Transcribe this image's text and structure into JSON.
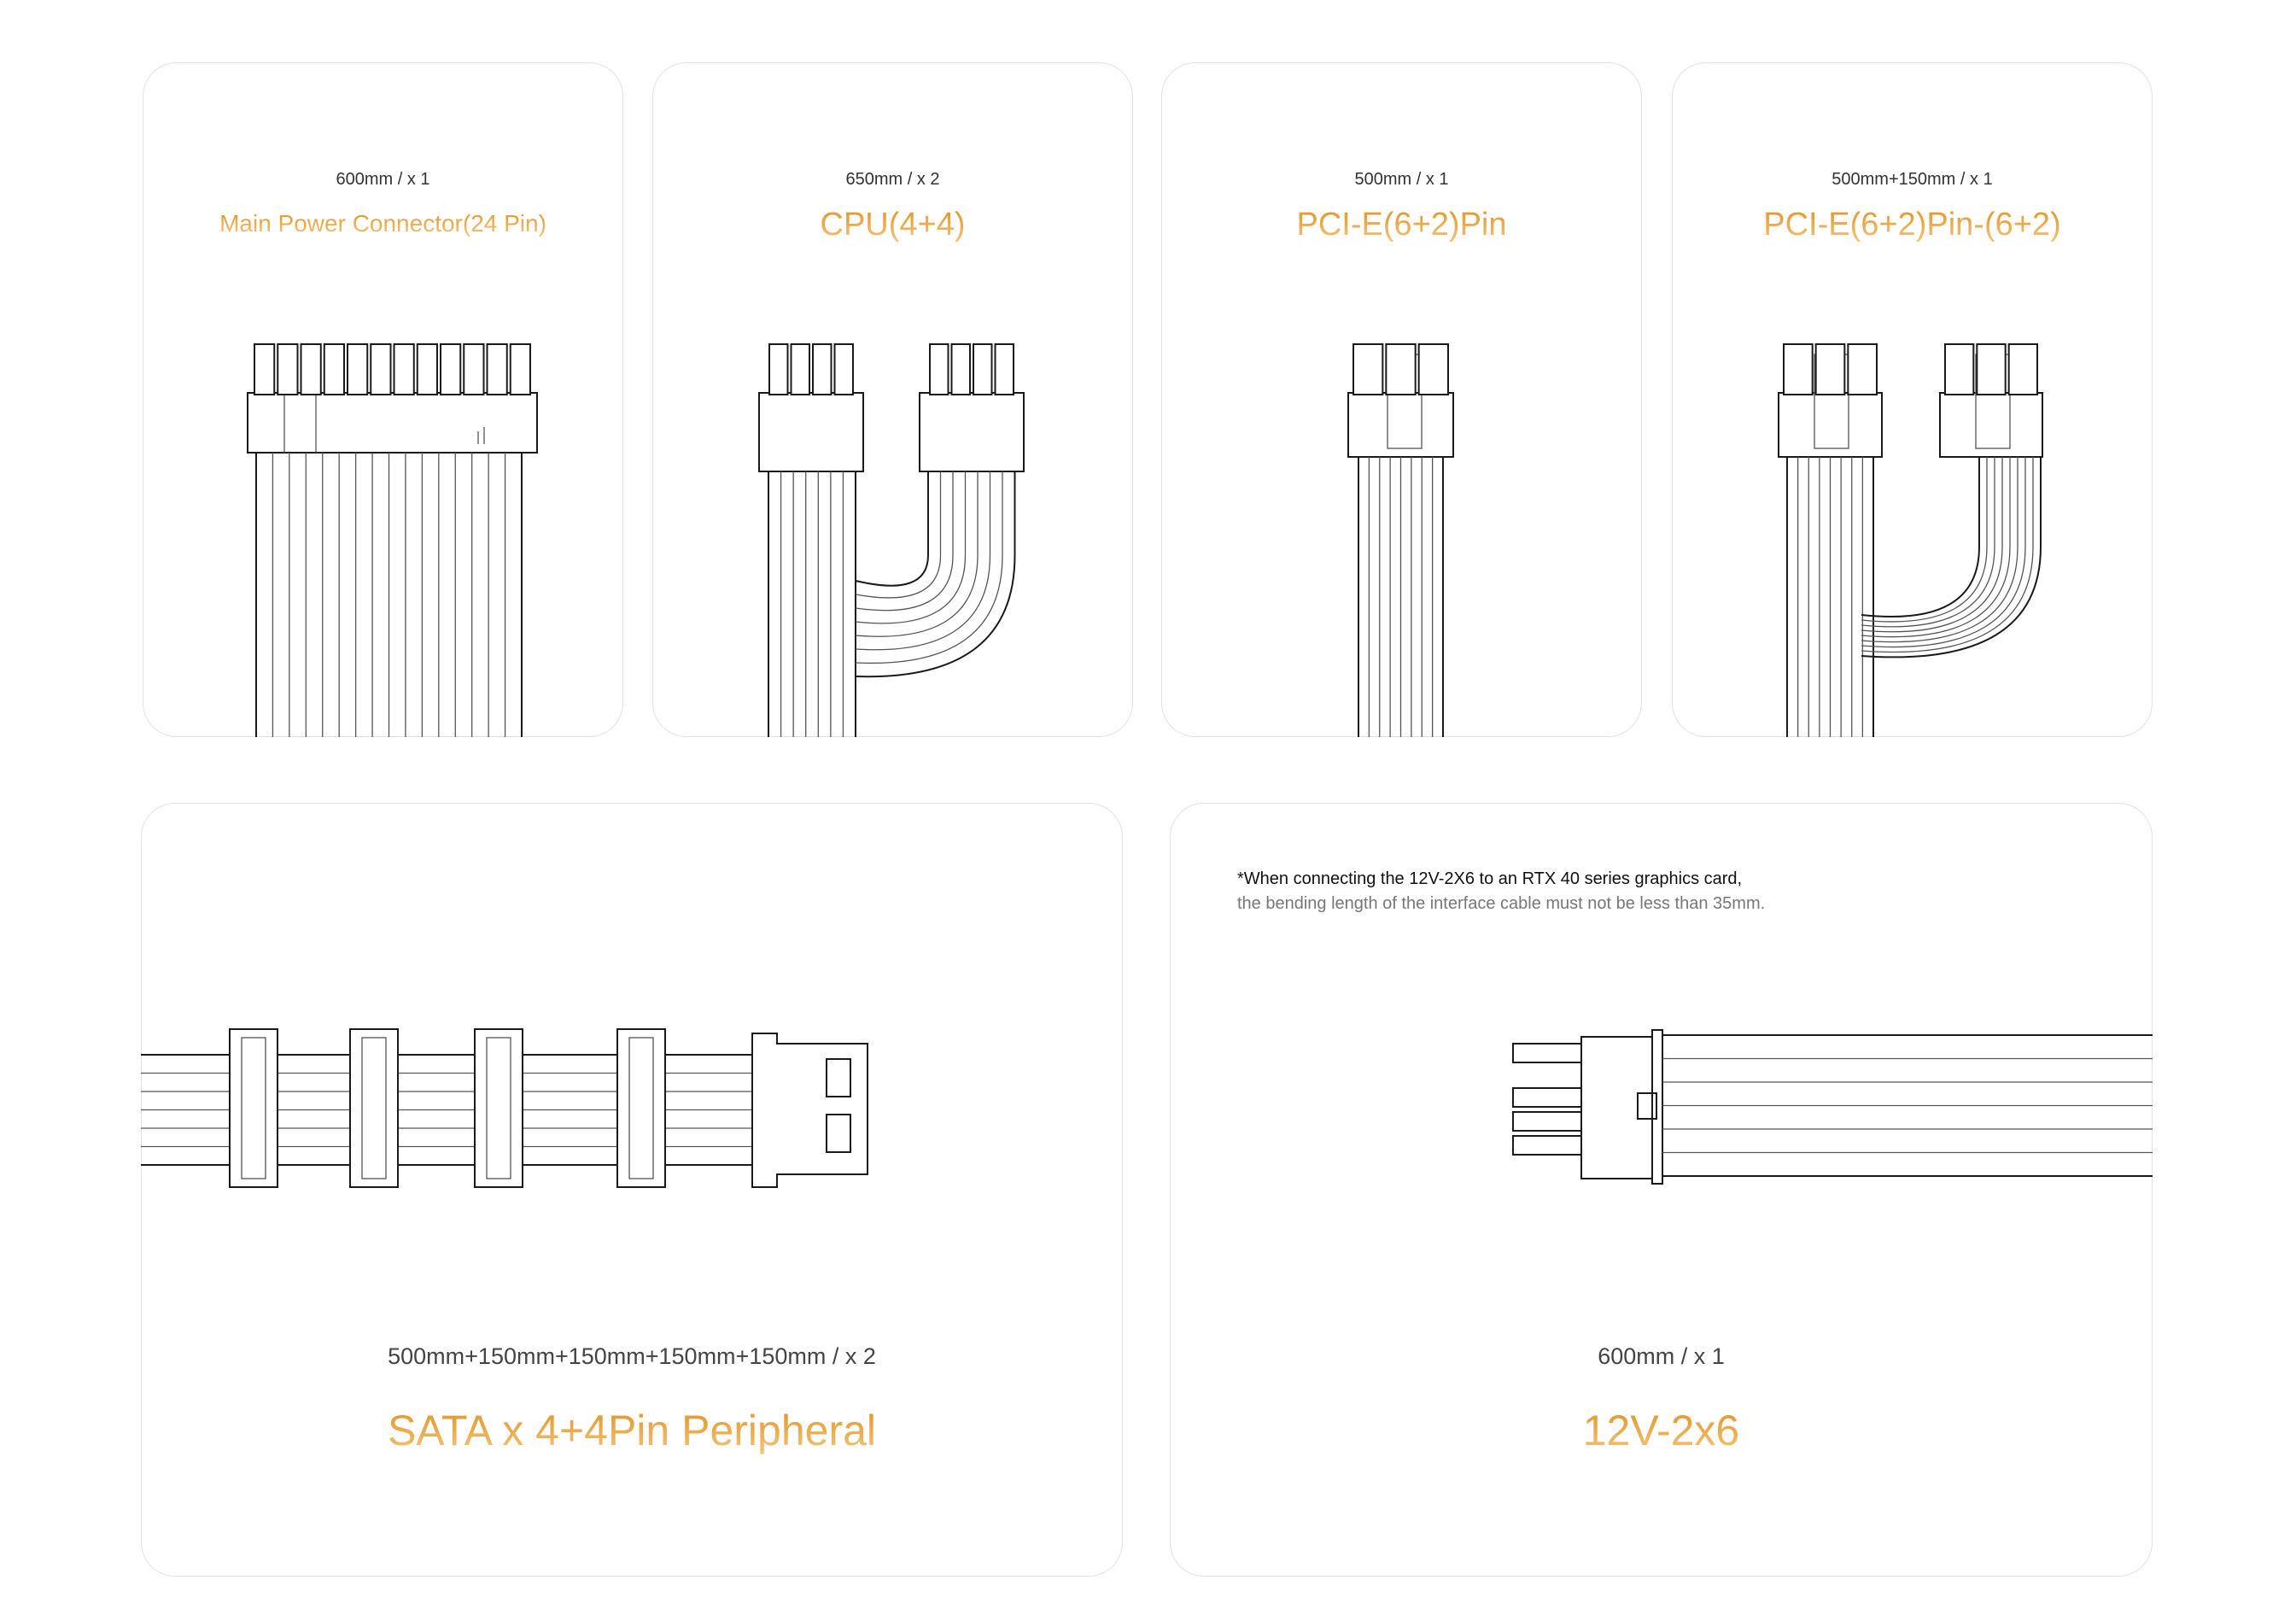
{
  "cards": [
    {
      "spec": "600mm  /  x 1",
      "title": "Main Power Connector(24 Pin)"
    },
    {
      "spec": "650mm  /  x 2",
      "title": "CPU(4+4)"
    },
    {
      "spec": "500mm  /  x 1",
      "title": "PCI-E(6+2)Pin"
    },
    {
      "spec": "500mm+150mm  /  x 1",
      "title": "PCI-E(6+2)Pin-(6+2)"
    },
    {
      "spec": "500mm+150mm+150mm+150mm+150mm   /  x 2",
      "title": "SATA x 4+4Pin Peripheral"
    },
    {
      "spec": "600mm   /  x 1",
      "title": "12V-2x6",
      "note_line1": "*When connecting the 12V-2X6 to an RTX 40 series graphics card,",
      "note_line2": "the bending length of the interface cable must not be less than 35mm."
    }
  ],
  "colors": {
    "title_gradient_top": "#e29222",
    "title_gradient_bottom": "#f3c57c",
    "card_border": "#e2e2e2"
  }
}
